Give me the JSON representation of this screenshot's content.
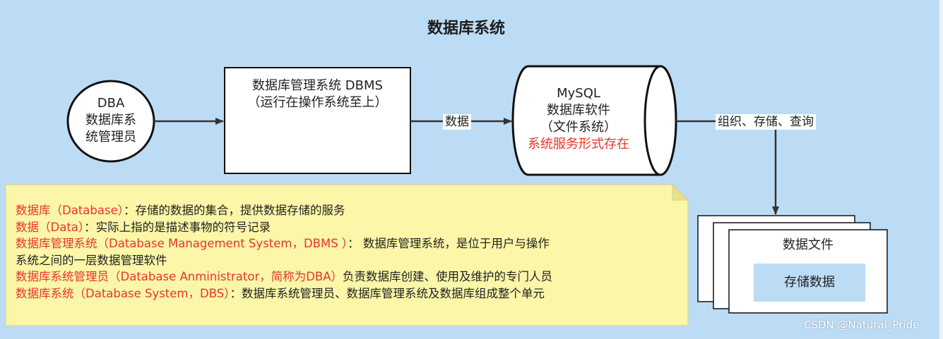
{
  "title": "数据库系统",
  "nodes": {
    "dba": {
      "line1": "DBA",
      "line2": "数据库系",
      "line3": "统管理员"
    },
    "dbms": {
      "line1": "数据库管理系统 DBMS",
      "line2": "（运行在操作系统至上）"
    },
    "mysql": {
      "line1": "MySQL",
      "line2": "数据库软件",
      "line3": "（文件系统）",
      "line4": "系统服务形式存在"
    },
    "files": {
      "title": "数据文件",
      "inner": "存储数据"
    }
  },
  "edges": {
    "dbms_to_mysql": "数据",
    "mysql_to_files": "组织、存储、查询"
  },
  "note": {
    "l1_term": "数据库（Database）",
    "l1_desc": "：存储的数据的集合，提供数据存储的服务",
    "l2_term": "数据（Data）",
    "l2_desc": "：实际上指的是描述事物的符号记录",
    "l3_term": "数据库管理系统（Database Management System，DBMS ）",
    "l3_desc": "： 数据库管理系统，是位于用户与操作",
    "l3_cont": "系统之间的一层数据管理软件",
    "l4_term": "数据库系统管理员（Database Anministrator，简称为DBA）",
    "l4_desc": "负责数据库创建、使用及维护的专门人员",
    "l5_term": "数据库系统（Database System，DBS）",
    "l5_desc": "：数据库系统管理员、数据库管理系统及数据库组成整个单元"
  },
  "watermark": "CSDN @Natural_Pride",
  "colors": {
    "background": "#bcdcf6",
    "note_fill": "#fbf6a8",
    "highlight_red": "#e8352e",
    "inner_box": "#bcdcf6"
  }
}
